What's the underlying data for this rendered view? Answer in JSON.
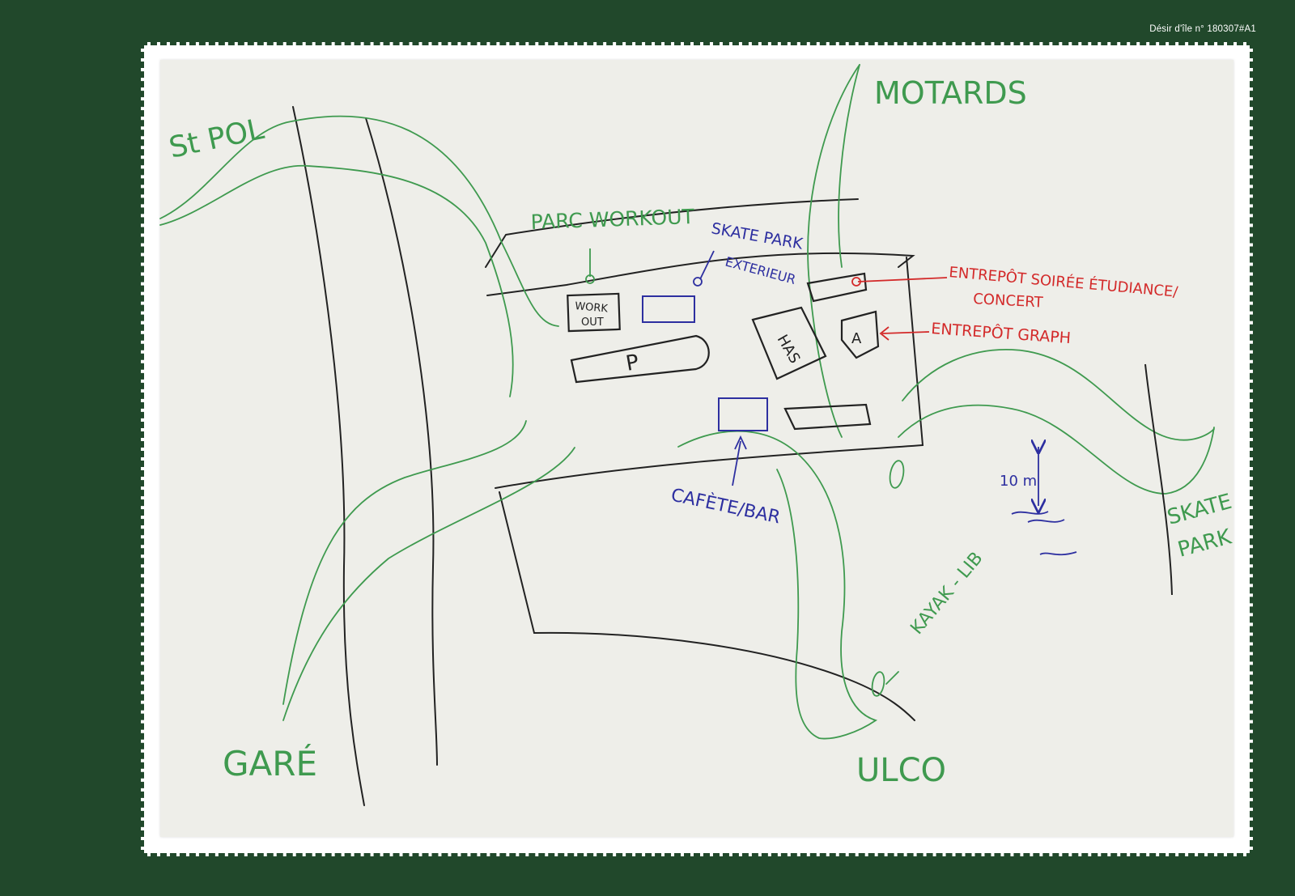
{
  "header": {
    "reference": "Désir d'île n° 180307#A1"
  },
  "colors": {
    "background": "#21482b",
    "paper": "#eeeee9",
    "green_ink": "#3f9a4f",
    "black_ink": "#222222",
    "blue_ink": "#2d2fa0",
    "red_ink": "#d32a2a"
  },
  "map": {
    "places": {
      "st_pol": "St POL",
      "motards": "MOTARDS",
      "gare": "GARÉ",
      "ulco": "ULCO",
      "skate_park_right_1": "SKATE",
      "skate_park_right_2": "PARK",
      "kayak": "KAYAK - LIB"
    },
    "green_labels": {
      "parc_workout": "PARC WORKOUT"
    },
    "blue_labels": {
      "skate_park_ext_1": "SKATE PARK",
      "skate_park_ext_2": "EXTERIEUR",
      "cafete_bar": "CAFÈTE/BAR",
      "distance": "10 m"
    },
    "red_labels": {
      "entrepot_soiree_1": "ENTREPÔT SOIRÉE ÉTUDIANCE/",
      "entrepot_soiree_2": "CONCERT",
      "entrepot_graph": "ENTREPÔT GRAPH"
    },
    "buildings": {
      "workout_1": "WORK",
      "workout_2": "OUT",
      "parking": "P",
      "has": "HAS",
      "a": "A"
    }
  }
}
